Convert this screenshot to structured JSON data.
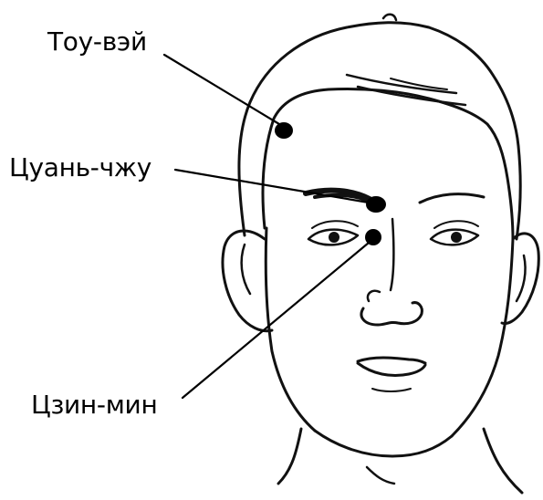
{
  "points": [
    {
      "label": "Тоу-вэй"
    },
    {
      "label": "Цуань-чжу"
    },
    {
      "label": "Цзин-мин"
    }
  ]
}
